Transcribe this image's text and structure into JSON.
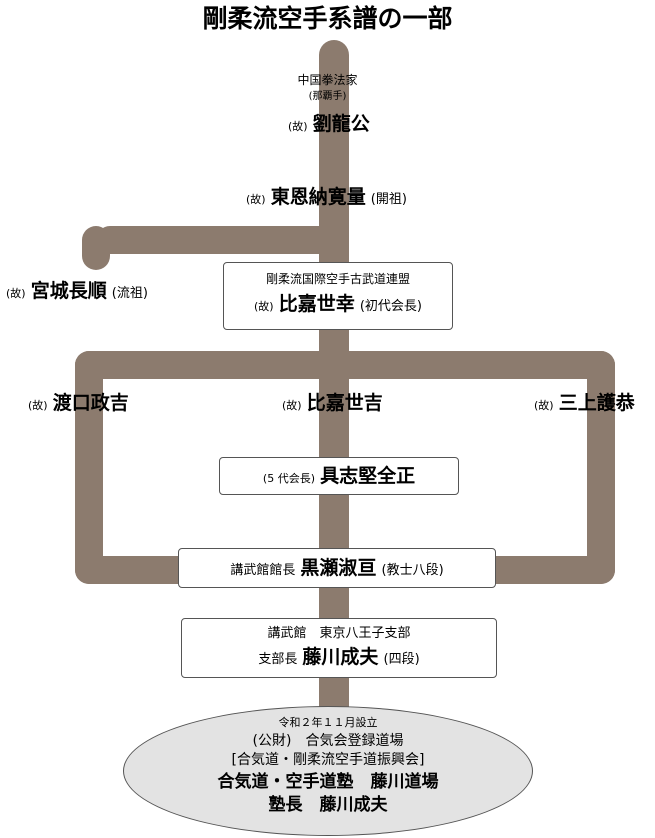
{
  "title": "剛柔流空手系譜の一部",
  "colors": {
    "trunk": "#8c7b6e",
    "ellipse_fill": "#e3e3e3",
    "box_border": "#555555"
  },
  "nodes": {
    "chinese": {
      "line1": "中国拳法家",
      "line2": "(那覇手)",
      "prefix": "(故)",
      "name": "劉龍公"
    },
    "higashionna": {
      "prefix": "(故)",
      "name": "東恩納寛量",
      "role": "(開祖)"
    },
    "miyagi": {
      "prefix": "(故)",
      "name": "宮城長順",
      "role": "(流祖)"
    },
    "federation": {
      "org": "剛柔流国際空手古武道連盟",
      "prefix": "(故)",
      "name": "比嘉世幸",
      "role": "(初代会長)"
    },
    "toguchi": {
      "prefix": "(故)",
      "name": "渡口政吉"
    },
    "higa_seikichi": {
      "prefix": "(故)",
      "name": "比嘉世吉"
    },
    "mikami": {
      "prefix": "(故)",
      "name": "三上護恭"
    },
    "gushi": {
      "prefix": "(5 代会長)",
      "name": "具志堅全正"
    },
    "kurose": {
      "prefix": "講武館館長",
      "name": "黒瀬淑亘",
      "role": "(教士八段)"
    },
    "branch": {
      "line1": "講武館　東京八王子支部",
      "prefix": "支部長",
      "name": "藤川成夫",
      "role": "(四段)"
    },
    "dojo": {
      "line1": "令和２年１１月設立",
      "line2": "(公財)　合気会登録道場",
      "line3": "[合気道・剛柔流空手道振興会]",
      "line4": "合気道・空手道塾　藤川道場",
      "line5": "塾長　藤川成夫"
    }
  }
}
